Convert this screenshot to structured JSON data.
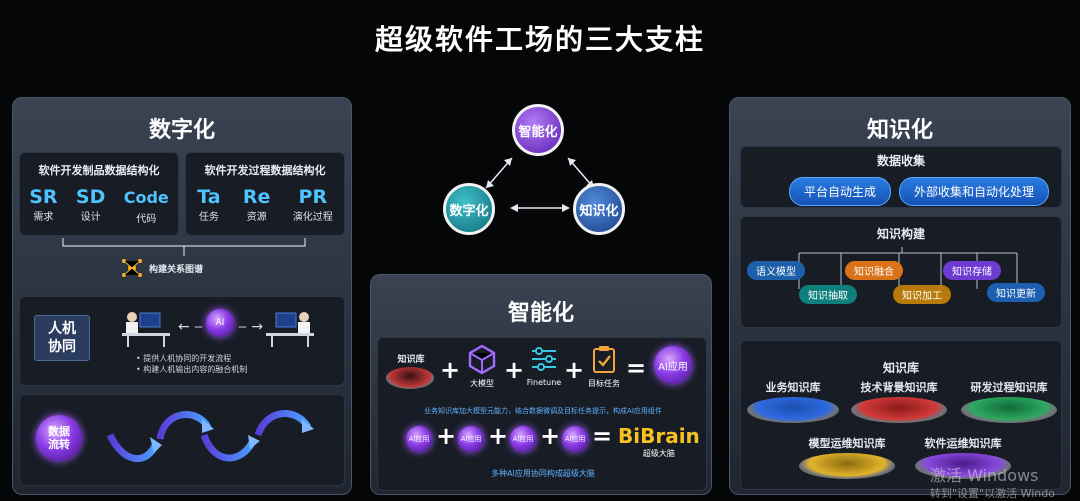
{
  "title": "超级软件工场的三大支柱",
  "left": {
    "title": "数字化",
    "product_box": {
      "title": "软件开发制品数据结构化",
      "items": [
        {
          "abbr": "SR",
          "label": "需求"
        },
        {
          "abbr": "SD",
          "label": "设计"
        },
        {
          "abbr": "Code",
          "label": "代码"
        }
      ]
    },
    "process_box": {
      "title": "软件开发过程数据结构化",
      "items": [
        {
          "abbr": "Ta",
          "label": "任务"
        },
        {
          "abbr": "Re",
          "label": "资源"
        },
        {
          "abbr": "PR",
          "label": "演化过程"
        }
      ]
    },
    "graph_label": "构建关系图谱",
    "collab": {
      "label": "人机协同",
      "ai_orb": "AI",
      "bullets": [
        "提供人机协同的开发流程",
        "构建人机输出内容的融合机制"
      ]
    },
    "flow": {
      "label": "数据流转"
    }
  },
  "center": {
    "nodes": {
      "top": "智能化",
      "left": "数字化",
      "right": "知识化"
    }
  },
  "middle": {
    "title": "智能化",
    "row1": {
      "kb": "知识库",
      "model": "大模型",
      "finetune": "Finetune",
      "task": "目标任务",
      "result": "AI应用"
    },
    "note1": "业务知识库加大模型元能力，结合数据微调及目标任务提示，构成AI应用组件",
    "row2": {
      "orbs": [
        "AI应用",
        "AI应用",
        "AI应用",
        "AI应用"
      ],
      "brand": "BiBrain",
      "brand_sub": "超级大脑"
    },
    "note2": "多种AI应用协同构成超级大脑"
  },
  "right": {
    "title": "知识化",
    "collect": {
      "title": "数据收集",
      "pills": [
        "平台自动生成",
        "外部收集和自动化处理"
      ]
    },
    "build": {
      "title": "知识构建",
      "tags": [
        "语义模型",
        "知识融合",
        "知识存储",
        "知识抽取",
        "知识加工",
        "知识更新"
      ]
    },
    "library": {
      "title": "知识库",
      "items": [
        "业务知识库",
        "技术背景知识库",
        "研发过程知识库",
        "模型运维知识库",
        "软件运维知识库"
      ]
    }
  },
  "watermark": {
    "line1": "激活 Windows",
    "line2": "转到\"设置\"以激活 Windo"
  },
  "colors": {
    "accent_blue": "#4fc3ff",
    "purple": "#8a3ae6",
    "teal": "#0e6b7a",
    "orange": "#d9731a"
  }
}
